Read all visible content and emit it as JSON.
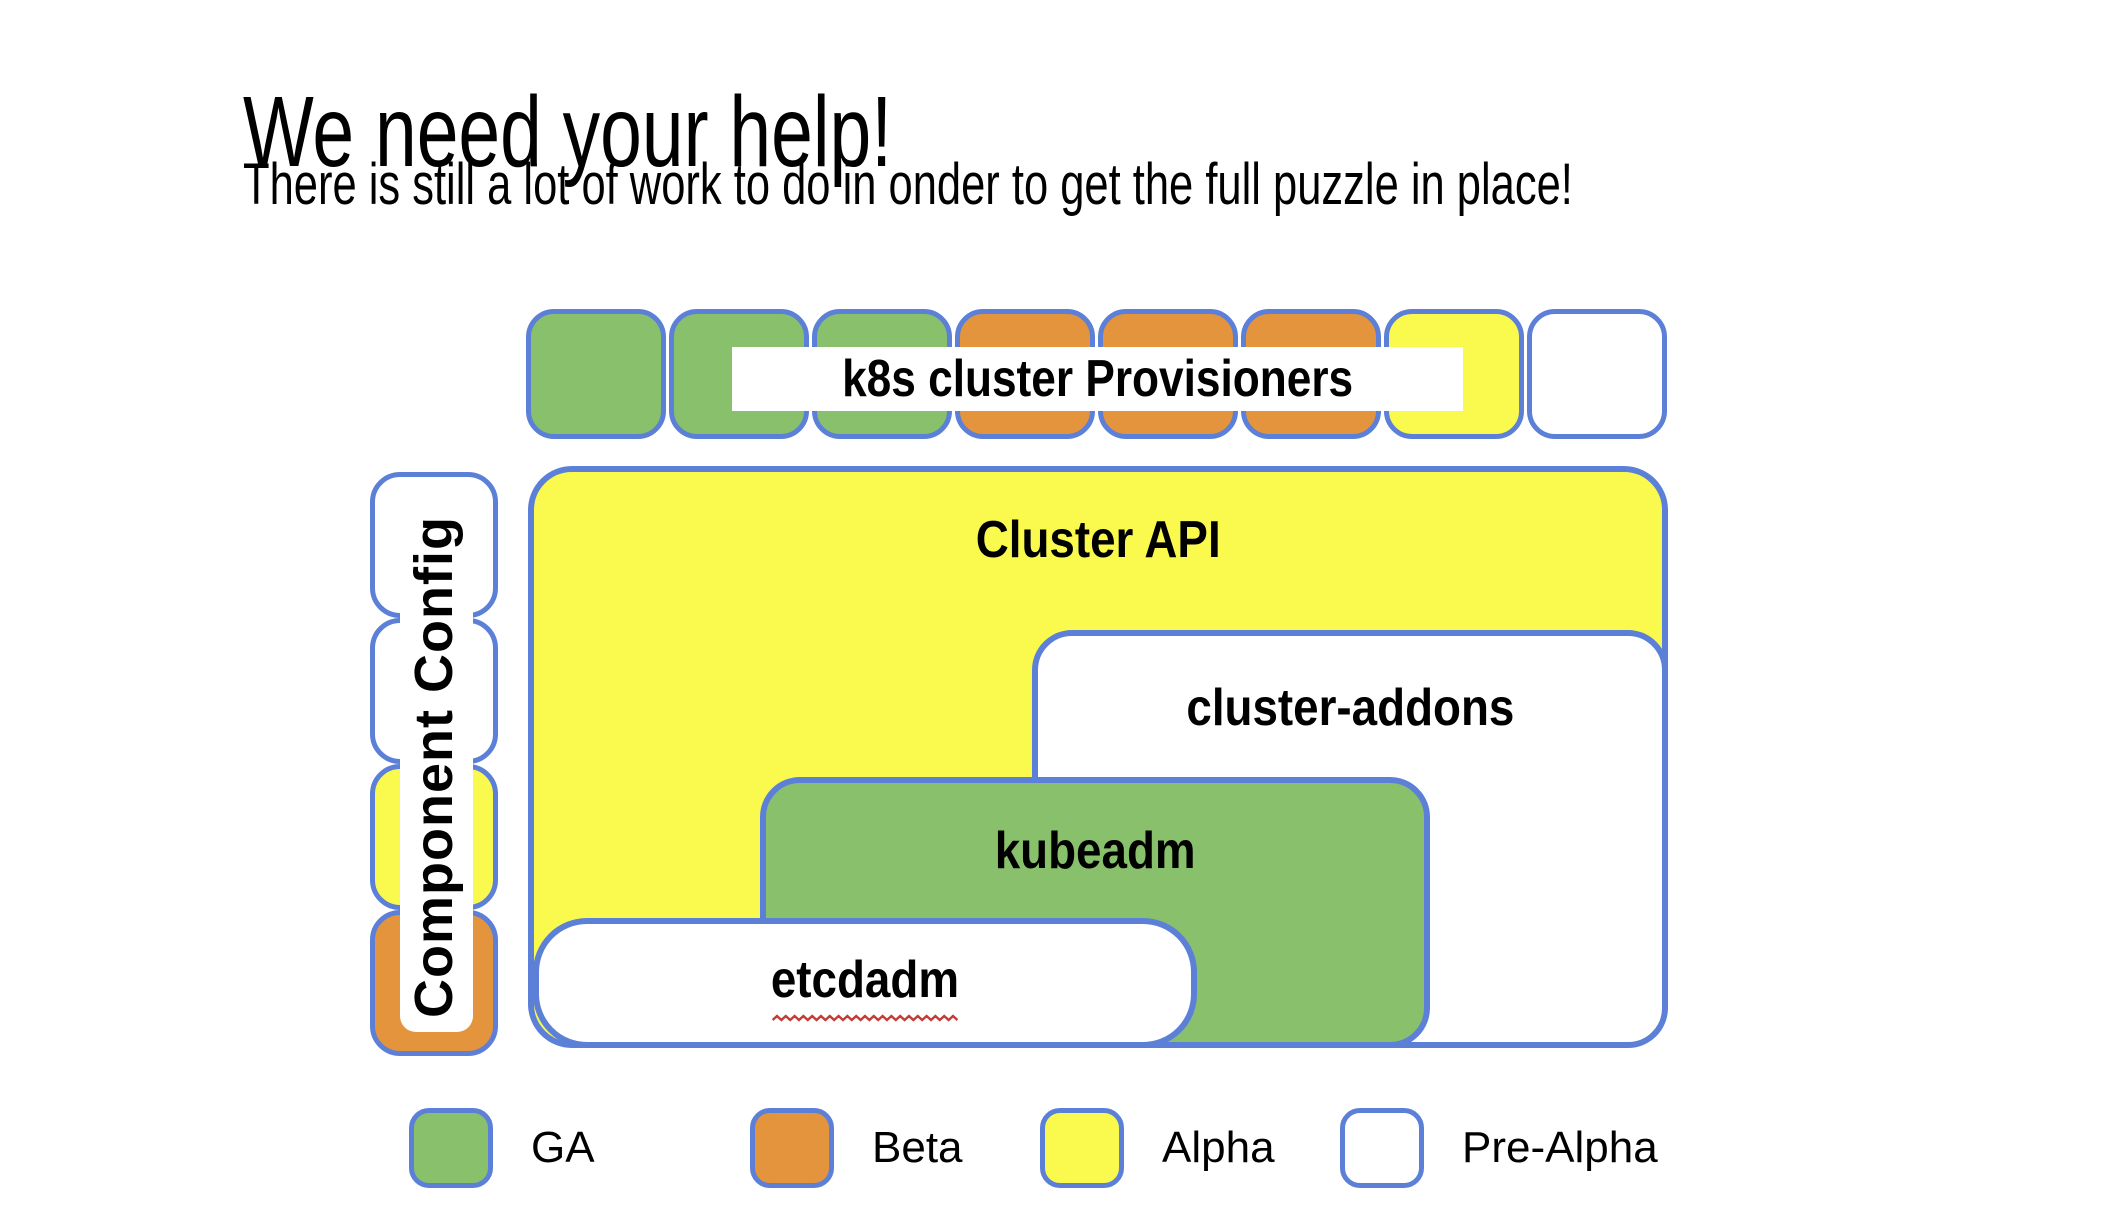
{
  "slide": {
    "title": "We need your help!",
    "subtitle": "There is still a lot of work to do in onder to get the full puzzle in place!"
  },
  "diagram": {
    "provisioners": {
      "label": "k8s cluster Provisioners",
      "tiles": [
        "ga",
        "ga",
        "ga",
        "beta",
        "beta",
        "beta",
        "alpha",
        "pre_alpha"
      ]
    },
    "component_config": {
      "label": "Component Config",
      "segments": [
        "pre_alpha",
        "pre_alpha",
        "alpha",
        "beta"
      ]
    },
    "cluster_api": {
      "label": "Cluster API",
      "status": "alpha"
    },
    "cluster_addons": {
      "label": "cluster-addons",
      "status": "pre_alpha"
    },
    "kubeadm": {
      "label": "kubeadm",
      "status": "ga"
    },
    "etcdadm": {
      "label": "etcdadm",
      "status": "pre_alpha",
      "spellcheck_underline": true
    }
  },
  "legend": {
    "items": [
      {
        "label": "GA",
        "status": "ga"
      },
      {
        "label": "Beta",
        "status": "beta"
      },
      {
        "label": "Alpha",
        "status": "alpha"
      },
      {
        "label": "Pre-Alpha",
        "status": "pre_alpha"
      }
    ]
  },
  "colors": {
    "ga": "#89C06C",
    "beta": "#E3943C",
    "alpha": "#FAFA4E",
    "pre_alpha": "#FFFFFF",
    "border": "#5C80D8",
    "squiggle": "#C43C35",
    "text": "#000000"
  }
}
